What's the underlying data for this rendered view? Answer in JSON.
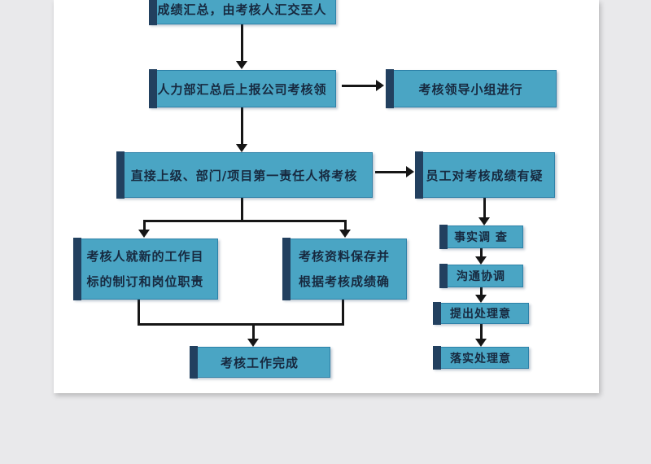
{
  "palette": {
    "page_background": "#e9e9eb",
    "sheet_background": "#ffffff",
    "node_fill": "#4aa5c4",
    "node_left_bar": "#22405f",
    "node_border": "#2d81a8",
    "node_text": "#17293f",
    "connector": "#161616"
  },
  "flowchart": {
    "nodes": {
      "summary": {
        "label": "成绩汇总，由考核人汇交至人"
      },
      "hr_report": {
        "label": "人力部汇总后上报公司考核领"
      },
      "leader_group": {
        "label": "考核领导小组进行"
      },
      "direct_superior": {
        "label": "直接上级、部门/项目第一责任人将考核"
      },
      "employee_doubt": {
        "label": "员工对考核成绩有疑"
      },
      "new_goals": {
        "line1": "考核人就新的工作目",
        "line2": "标的制订和岗位职责"
      },
      "archive": {
        "line1": "考核资料保存并",
        "line2": "根据考核成绩确"
      },
      "complete": {
        "label": "考核工作完成"
      },
      "fact_check": {
        "label": "事实调 查"
      },
      "communicate": {
        "label": "沟通协调"
      },
      "propose": {
        "label": "提出处理意"
      },
      "implement": {
        "label": "落实处理意"
      }
    }
  }
}
